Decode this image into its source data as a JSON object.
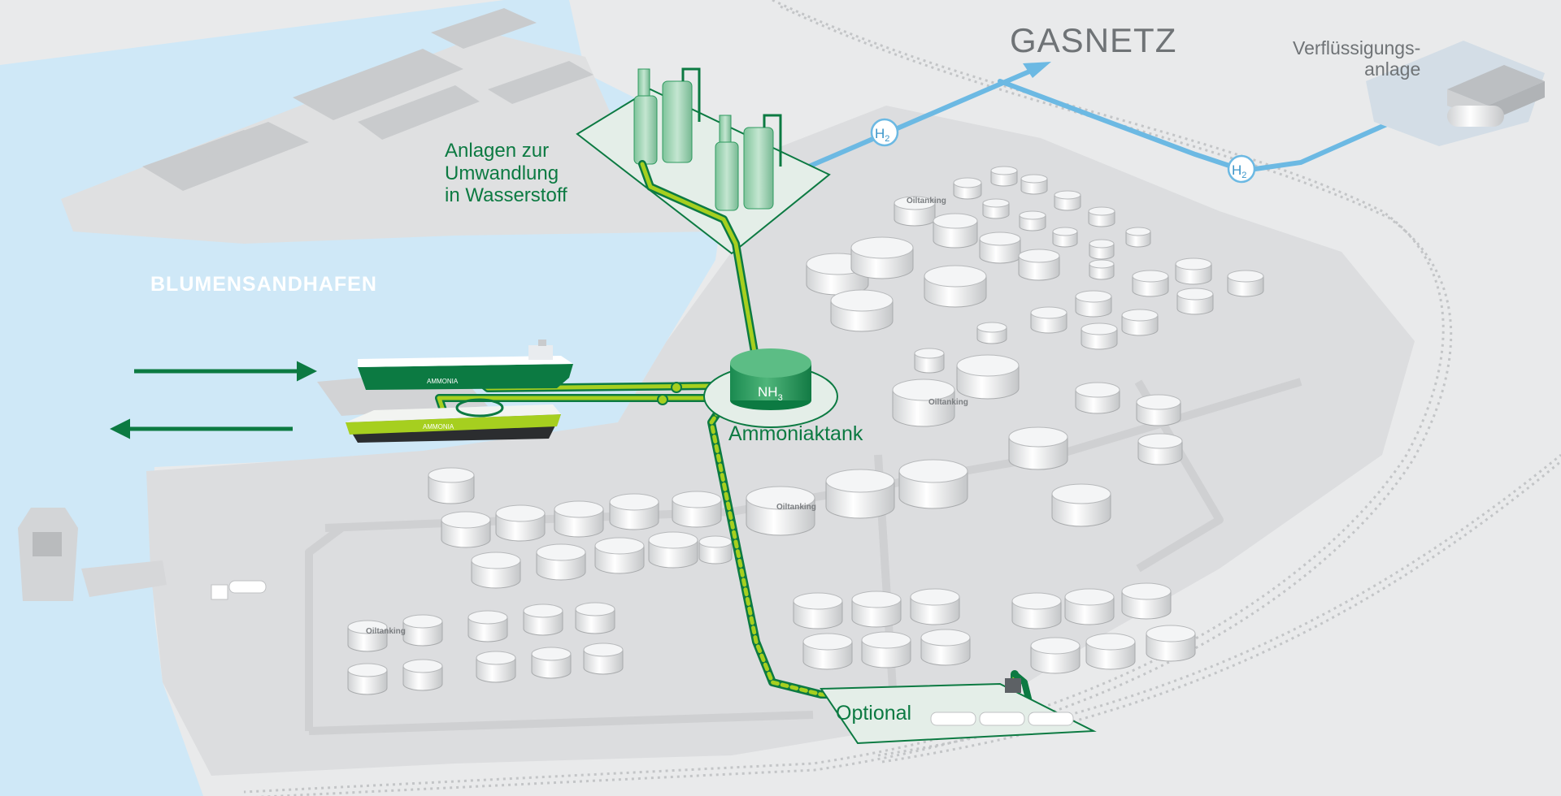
{
  "labels": {
    "harbor": "BLUMENSANDHAFEN",
    "gas_grid": "GASNETZ",
    "liquefaction_line1": "Verflüssigungs-",
    "liquefaction_line2": "anlage",
    "conversion_line1": "Anlagen zur",
    "conversion_line2": "Umwandlung",
    "conversion_line3": "in Wasserstoff",
    "ammonia_tank": "Ammoniaktank",
    "optional": "Optional",
    "nh3_main": "NH",
    "nh3_sub": "3",
    "h2_main": "H",
    "h2_sub": "2",
    "ship_name": "AMMONIA",
    "tank_brand": "Oiltanking"
  },
  "colors": {
    "water": "#cfe8f7",
    "land": "#e9eaeb",
    "terminal": "#dcdddf",
    "building": "#c5c7c9",
    "brand_green": "#0c7a42",
    "light_green": "#a6cf1f",
    "h2_blue": "#6cb9e3",
    "text_gray": "#6f7376"
  }
}
